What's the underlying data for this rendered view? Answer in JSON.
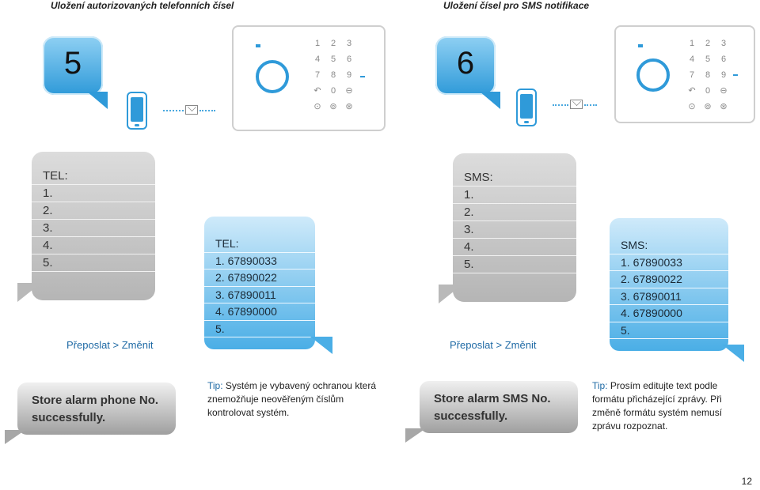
{
  "left": {
    "title": "Uložení autorizovaných telefonních čísel",
    "step_number": "5",
    "list_grey": {
      "header": "TEL:",
      "items": [
        "1.",
        "2.",
        "3.",
        "4.",
        "5."
      ]
    },
    "list_blue": {
      "header": "TEL:",
      "items": [
        "1. 67890033",
        "2. 67890022",
        "3. 67890011",
        "4. 67890000",
        "5."
      ]
    },
    "forward_label": "Přeposlat > Změnit",
    "reply": [
      "Store alarm phone No.",
      "successfully."
    ],
    "tip_label": "Tip:",
    "tip_text": " Systém je vybavený ochranou která znemožňuje neověřeným číslům kontrolovat systém."
  },
  "right": {
    "title": "Uložení čísel pro SMS notifikace",
    "step_number": "6",
    "list_grey": {
      "header": "SMS:",
      "items": [
        "1.",
        "2.",
        "3.",
        "4.",
        "5."
      ]
    },
    "list_blue": {
      "header": "SMS:",
      "items": [
        "1. 67890033",
        "2. 67890022",
        "3. 67890011",
        "4. 67890000",
        "5."
      ]
    },
    "forward_label": "Přeposlat > Změnit",
    "reply": [
      "Store alarm SMS No.",
      "successfully."
    ],
    "tip_label": "Tip:",
    "tip_text": " Prosím editujte text podle formátu přicházející zprávy.  Při změně formátu systém nemusí zprávu rozpoznat."
  },
  "keypad": [
    "1",
    "2",
    "3",
    "4",
    "5",
    "6",
    "7",
    "8",
    "9",
    "↶",
    "0",
    "⊖",
    "⊙",
    "⊚",
    "⊛"
  ],
  "page_number": "12",
  "colors": {
    "accent": "#2f9ad9",
    "link": "#1f6aa5"
  }
}
